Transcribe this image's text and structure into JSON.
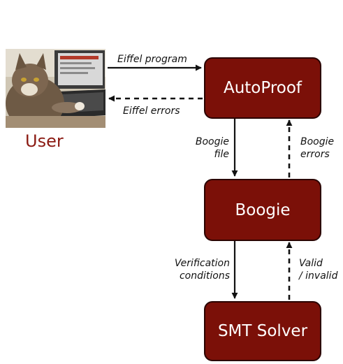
{
  "user": {
    "label": "User",
    "photo": "user-photo-cat-at-laptop"
  },
  "boxes": {
    "autoproof": "AutoProof",
    "boogie": "Boogie",
    "smt": "SMT Solver"
  },
  "edges": {
    "eiffel_program": "Eiffel program",
    "eiffel_errors": "Eiffel errors",
    "boogie_file": [
      "Boogie",
      "file"
    ],
    "boogie_errors": [
      "Boogie",
      "errors"
    ],
    "verification_conditions": [
      "Verification",
      "conditions"
    ],
    "valid_invalid": [
      "Valid",
      "/ invalid"
    ]
  },
  "colors": {
    "box_fill": "#7b1008",
    "box_border": "#2a0402",
    "box_text": "#ffffff",
    "user_label": "#8b1a12",
    "arrow": "#111111"
  }
}
